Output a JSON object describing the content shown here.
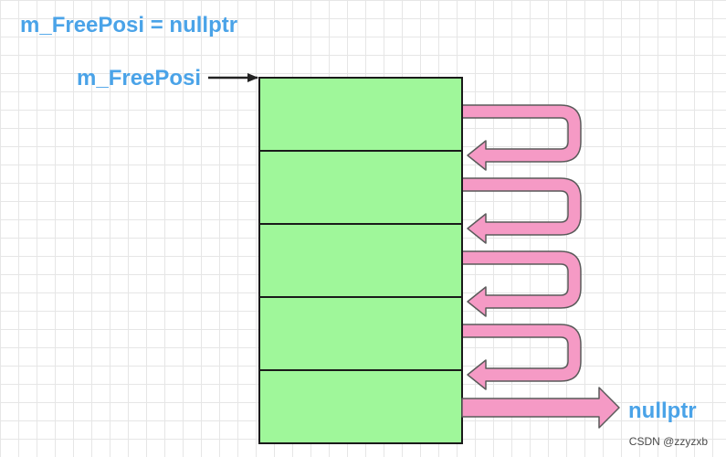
{
  "title": "m_FreePosi = nullptr",
  "pointer_label": "m_FreePosi",
  "end_label": "nullptr",
  "watermark": "CSDN @zzyzxb",
  "colors": {
    "label": "#4aa3e8",
    "block_fill": "#9ff79a",
    "block_stroke": "#1a1a1a",
    "link_fill": "#f59ac5",
    "link_stroke": "#5a5a5a",
    "pointer_arrow": "#222222"
  },
  "blocks": [
    {
      "id": "block-1"
    },
    {
      "id": "block-2"
    },
    {
      "id": "block-3"
    },
    {
      "id": "block-4"
    },
    {
      "id": "block-5"
    }
  ]
}
